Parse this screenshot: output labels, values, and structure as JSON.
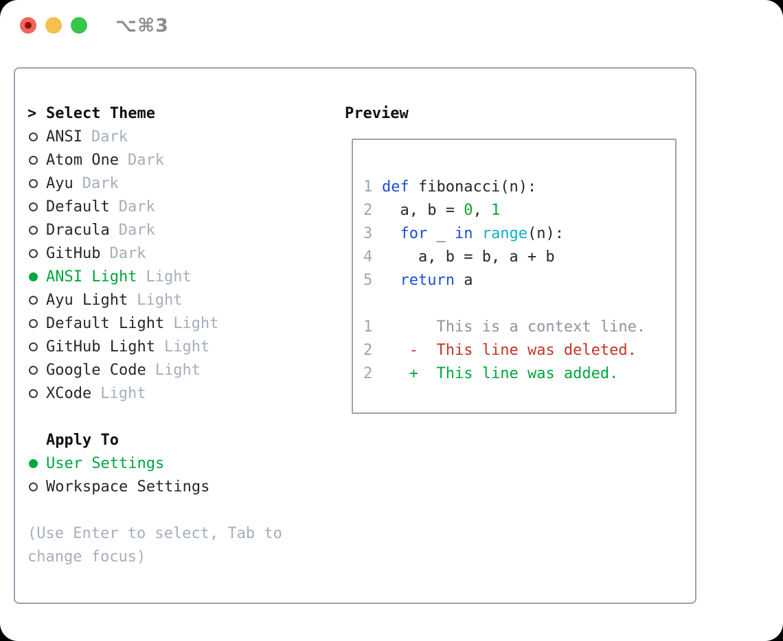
{
  "window": {
    "title": "⌥⌘3"
  },
  "colors": {
    "border": "#9aa2b0",
    "ink": "#26272b",
    "muted": "#a6aebb",
    "lineno": "#9aa4b4",
    "kw": "#1d4ed8",
    "fn": "#0db0c4",
    "num": "#0ca32e",
    "green": "#00a63e",
    "red": "#c23527",
    "ctx": "#8e949e",
    "title": "#8b8b90",
    "tl-red": "#f2655c",
    "tl-red-dot": "#8c1309",
    "tl-yellow": "#f6bf4f",
    "tl-green": "#36c64c"
  },
  "left": {
    "cursor": ">",
    "header": "Select Theme",
    "themes": [
      {
        "label": "ANSI",
        "tag": "Dark",
        "selected": false
      },
      {
        "label": "Atom One",
        "tag": "Dark",
        "selected": false
      },
      {
        "label": "Ayu",
        "tag": "Dark",
        "selected": false
      },
      {
        "label": "Default",
        "tag": "Dark",
        "selected": false
      },
      {
        "label": "Dracula",
        "tag": "Dark",
        "selected": false
      },
      {
        "label": "GitHub",
        "tag": "Dark",
        "selected": false
      },
      {
        "label": "ANSI Light",
        "tag": "Light",
        "selected": true
      },
      {
        "label": "Ayu Light",
        "tag": "Light",
        "selected": false
      },
      {
        "label": "Default Light",
        "tag": "Light",
        "selected": false
      },
      {
        "label": "GitHub Light",
        "tag": "Light",
        "selected": false
      },
      {
        "label": "Google Code",
        "tag": "Light",
        "selected": false
      },
      {
        "label": "XCode",
        "tag": "Light",
        "selected": false
      }
    ],
    "apply_header": "Apply To",
    "apply_options": [
      {
        "label": "User Settings",
        "selected": true
      },
      {
        "label": "Workspace Settings",
        "selected": false
      }
    ],
    "help_lines": [
      "(Use Enter to select, Tab to",
      "change focus)"
    ]
  },
  "preview": {
    "header": "Preview",
    "lines": [
      {
        "num": "1",
        "kind": "code",
        "tokens": [
          [
            "def",
            "kw"
          ],
          [
            " fibonacci(n):",
            "txt"
          ]
        ]
      },
      {
        "num": "2",
        "kind": "code",
        "tokens": [
          [
            "  a, b = ",
            "txt"
          ],
          [
            "0",
            "num"
          ],
          [
            ", ",
            "txt"
          ],
          [
            "1",
            "num"
          ]
        ]
      },
      {
        "num": "3",
        "kind": "code",
        "tokens": [
          [
            "  ",
            "txt"
          ],
          [
            "for",
            "kw"
          ],
          [
            " _ ",
            "txt"
          ],
          [
            "in",
            "kw"
          ],
          [
            " ",
            "txt"
          ],
          [
            "range",
            "fn"
          ],
          [
            "(n):",
            "txt"
          ]
        ]
      },
      {
        "num": "4",
        "kind": "code",
        "tokens": [
          [
            "    a, b = b, a + b",
            "txt"
          ]
        ]
      },
      {
        "num": "5",
        "kind": "code",
        "tokens": [
          [
            "  ",
            "txt"
          ],
          [
            "return",
            "kw"
          ],
          [
            " a",
            "txt"
          ]
        ]
      },
      {
        "num": "",
        "kind": "blank",
        "tokens": []
      },
      {
        "num": "1",
        "kind": "diff-context",
        "tokens": [
          [
            "      ",
            "txt"
          ],
          [
            "This is a context line.",
            "ctx"
          ]
        ]
      },
      {
        "num": "2",
        "kind": "diff-deleted",
        "tokens": [
          [
            "   ",
            "txt"
          ],
          [
            "-",
            "del"
          ],
          [
            "  ",
            "txt"
          ],
          [
            "This line was deleted.",
            "del"
          ]
        ]
      },
      {
        "num": "2",
        "kind": "diff-added",
        "tokens": [
          [
            "   ",
            "txt"
          ],
          [
            "+",
            "add"
          ],
          [
            "  ",
            "txt"
          ],
          [
            "This line was added.",
            "add"
          ]
        ]
      }
    ]
  }
}
